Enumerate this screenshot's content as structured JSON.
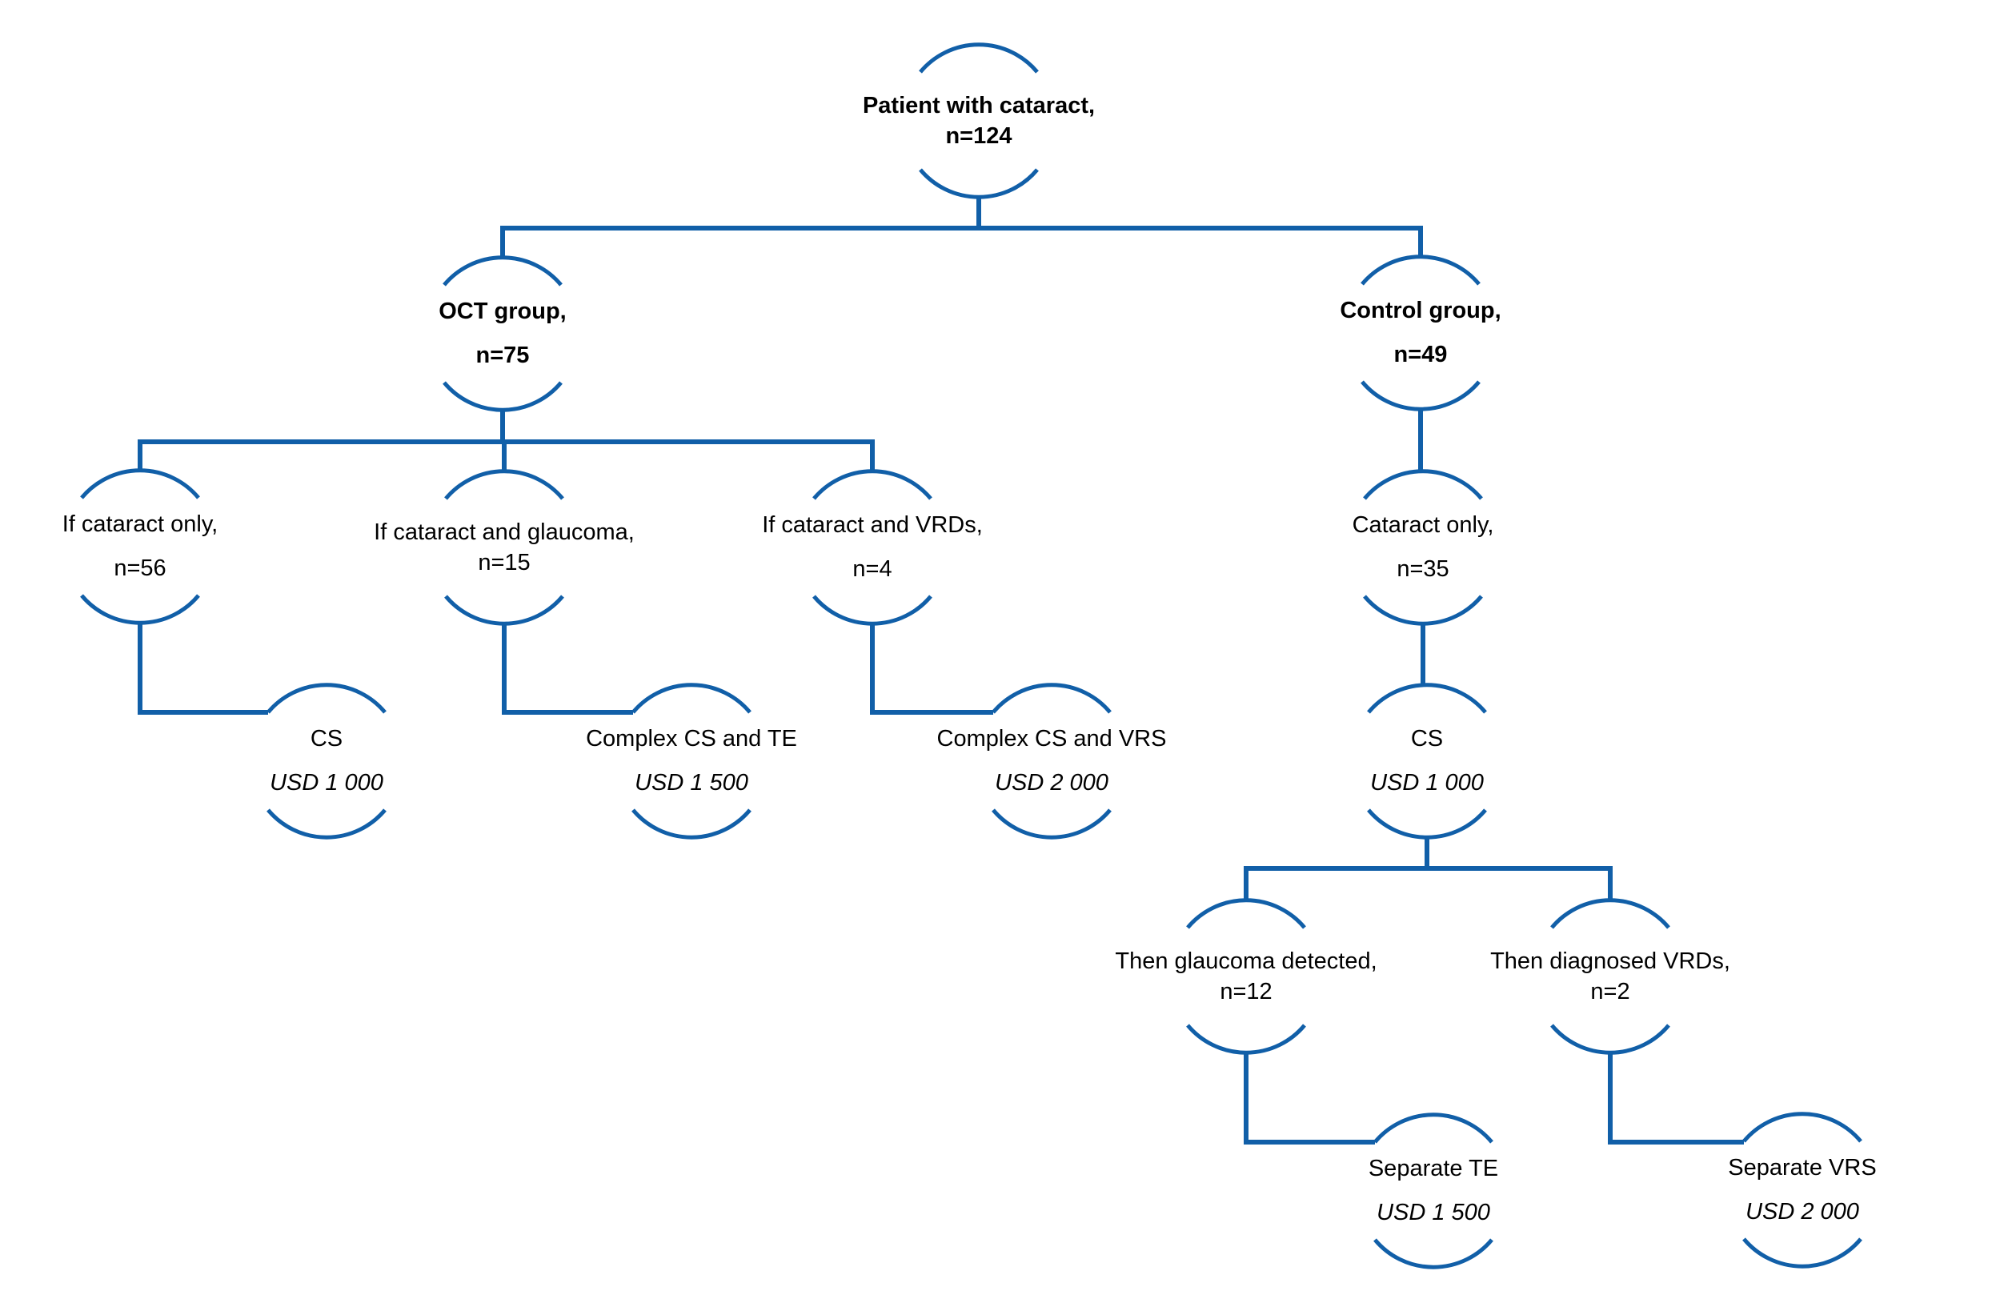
{
  "diagram": {
    "colors": {
      "line": "#115fa8",
      "text": "#000000"
    },
    "nodes": [
      {
        "id": "patient",
        "label": "Patient with cataract,",
        "sub": "n=124"
      },
      {
        "id": "oct-group",
        "label": "OCT group,",
        "sub": "n=75"
      },
      {
        "id": "control-group",
        "label": "Control group,",
        "sub": "n=49"
      },
      {
        "id": "oct-cataract-only",
        "label": "If cataract only,",
        "sub": "n=56"
      },
      {
        "id": "oct-cataract-glaucoma",
        "label": "If cataract and glaucoma,",
        "sub": "n=15"
      },
      {
        "id": "oct-cataract-vrds",
        "label": "If cataract and VRDs,",
        "sub": "n=4"
      },
      {
        "id": "control-cataract-only",
        "label": "Cataract only,",
        "sub": "n=35"
      },
      {
        "id": "oct-cs",
        "label": "CS",
        "sub": "USD 1 000"
      },
      {
        "id": "oct-complex-cs-te",
        "label": "Complex CS and TE",
        "sub": "USD 1 500"
      },
      {
        "id": "oct-complex-cs-vrs",
        "label": "Complex CS and VRS",
        "sub": "USD 2 000"
      },
      {
        "id": "control-cs",
        "label": "CS",
        "sub": "USD 1 000"
      },
      {
        "id": "control-then-glaucoma",
        "label": "Then glaucoma detected,",
        "sub": "n=12"
      },
      {
        "id": "control-then-vrds",
        "label": "Then diagnosed VRDs,",
        "sub": "n=2"
      },
      {
        "id": "control-separate-te",
        "label": "Separate TE",
        "sub": "USD 1 500"
      },
      {
        "id": "control-separate-vrs",
        "label": "Separate VRS",
        "sub": "USD 2 000"
      }
    ]
  }
}
